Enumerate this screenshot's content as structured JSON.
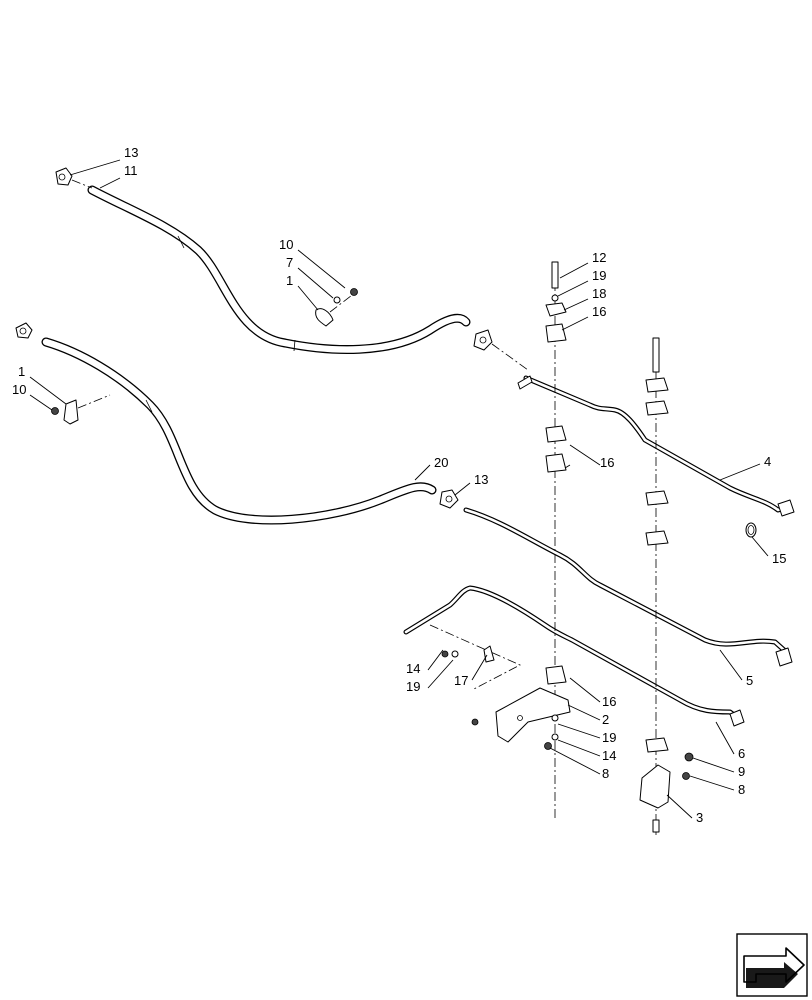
{
  "callouts": {
    "c13_top": "13",
    "c11": "11",
    "c10_a": "10",
    "c7": "7",
    "c1_a": "1",
    "c12": "12",
    "c19_a": "19",
    "c18": "18",
    "c16_a": "16",
    "c1_b": "1",
    "c10_b": "10",
    "c16_b": "16",
    "c4": "4",
    "c20": "20",
    "c13_mid": "13",
    "c15": "15",
    "c5": "5",
    "c14_a": "14",
    "c19_b": "19",
    "c17": "17",
    "c16_c": "16",
    "c2": "2",
    "c19_c": "19",
    "c14_b": "14",
    "c8_a": "8",
    "c6": "6",
    "c9": "9",
    "c8_b": "8",
    "c3": "3"
  },
  "navigation": {
    "icon": "next-page-arrow-icon"
  }
}
